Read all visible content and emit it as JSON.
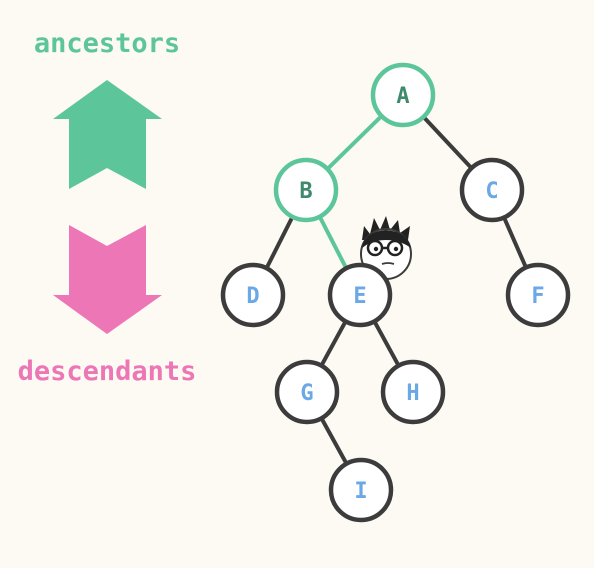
{
  "legend": {
    "ancestors_label": "ancestors",
    "descendants_label": "descendants",
    "ancestors_color": "#5cc69a",
    "descendants_color": "#ec76b6"
  },
  "tree": {
    "edge_color": "#3c3c3c",
    "highlight_color": "#5cc69a",
    "text_color": "#6aa8e6",
    "highlight_text_color": "#3f8a6c",
    "nodes": [
      {
        "id": "A",
        "label": "A",
        "highlighted": true
      },
      {
        "id": "B",
        "label": "B",
        "highlighted": true
      },
      {
        "id": "C",
        "label": "C",
        "highlighted": false
      },
      {
        "id": "D",
        "label": "D",
        "highlighted": false
      },
      {
        "id": "E",
        "label": "E",
        "highlighted": false
      },
      {
        "id": "F",
        "label": "F",
        "highlighted": false
      },
      {
        "id": "G",
        "label": "G",
        "highlighted": false
      },
      {
        "id": "H",
        "label": "H",
        "highlighted": false
      },
      {
        "id": "I",
        "label": "I",
        "highlighted": false
      }
    ],
    "edges": [
      {
        "from": "A",
        "to": "B",
        "highlighted": true
      },
      {
        "from": "A",
        "to": "C",
        "highlighted": false
      },
      {
        "from": "B",
        "to": "D",
        "highlighted": false
      },
      {
        "from": "B",
        "to": "E",
        "highlighted": true
      },
      {
        "from": "C",
        "to": "F",
        "highlighted": false
      },
      {
        "from": "E",
        "to": "G",
        "highlighted": false
      },
      {
        "from": "E",
        "to": "H",
        "highlighted": false
      },
      {
        "from": "G",
        "to": "I",
        "highlighted": false
      }
    ]
  },
  "character": {
    "icon": "thinking-character-icon",
    "position_node": "E"
  }
}
